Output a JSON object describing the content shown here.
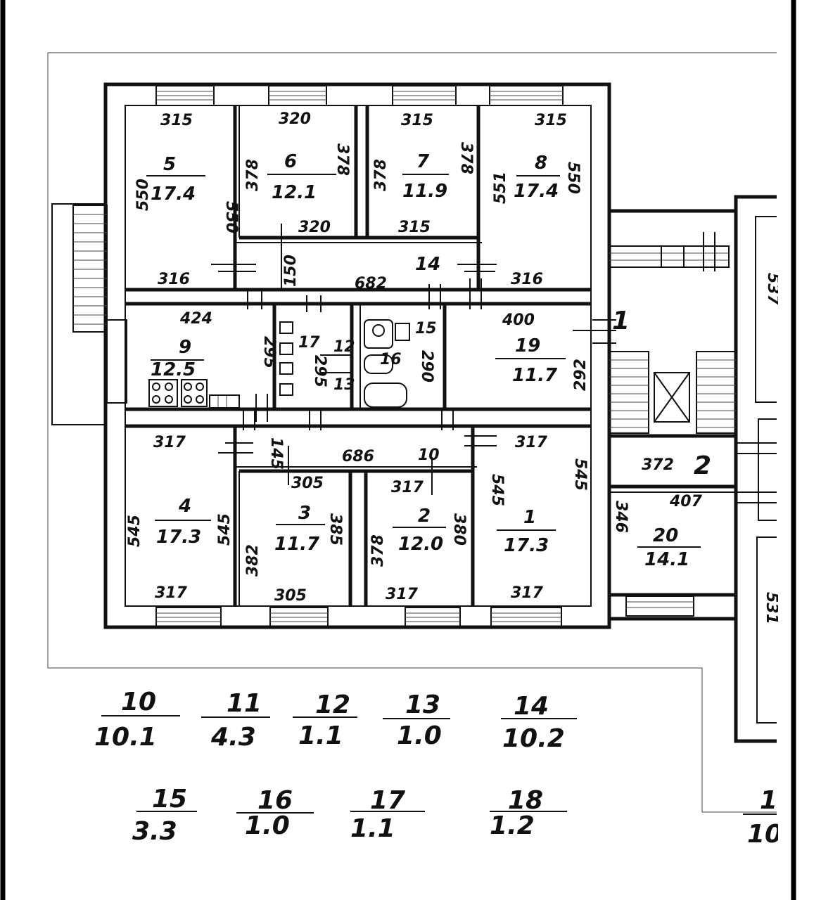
{
  "rooms": [
    {
      "id": "5",
      "area": "17.4",
      "dims": [
        "315",
        "550",
        "550",
        "316"
      ]
    },
    {
      "id": "6",
      "area": "12.1",
      "dims": [
        "320",
        "378",
        "378",
        "320"
      ]
    },
    {
      "id": "7",
      "area": "11.9",
      "dims": [
        "315",
        "378",
        "378",
        "315"
      ]
    },
    {
      "id": "8",
      "area": "17.4",
      "dims": [
        "315",
        "551",
        "550",
        "316"
      ]
    },
    {
      "id": "9",
      "area": "12.5",
      "dims": [
        "424",
        "295"
      ]
    },
    {
      "id": "19",
      "area": "11.7",
      "dims": [
        "400",
        "292"
      ]
    },
    {
      "id": "4",
      "area": "17.3",
      "dims": [
        "317",
        "545",
        "545",
        "317"
      ]
    },
    {
      "id": "3",
      "area": "11.7",
      "dims": [
        "305",
        "382",
        "385",
        "305"
      ]
    },
    {
      "id": "2",
      "area": "12.0",
      "dims": [
        "317",
        "378",
        "380",
        "317"
      ]
    },
    {
      "id": "1",
      "area": "17.3",
      "dims": [
        "317",
        "545",
        "545",
        "317"
      ]
    },
    {
      "id": "20",
      "area": "14.1",
      "dims": [
        "407",
        "346"
      ]
    }
  ],
  "corridor_labels": {
    "upper_width": "150",
    "upper_length": "682",
    "upper_no": "14",
    "lower_width": "145",
    "lower_length": "686",
    "lower_no": "10",
    "small_17": "17",
    "small_12": "12",
    "small_13": "13",
    "small_16": "16",
    "small_15": "15",
    "dim_295b": "295",
    "dim_290": "290",
    "stair_no": "1",
    "hall_dim": "372",
    "hall_no": "2",
    "right_dim_top": "537",
    "right_dim_bottom": "531"
  },
  "legend": [
    {
      "no": "10",
      "area": "10.1"
    },
    {
      "no": "11",
      "area": "4.3"
    },
    {
      "no": "12",
      "area": "1.1"
    },
    {
      "no": "13",
      "area": "1.0"
    },
    {
      "no": "14",
      "area": "10.2"
    },
    {
      "no": "15",
      "area": "3.3"
    },
    {
      "no": "16",
      "area": "1.0"
    },
    {
      "no": "17",
      "area": "1.1"
    },
    {
      "no": "18",
      "area": "1.2"
    }
  ],
  "legend_partial": {
    "no": "1",
    "area": "10."
  }
}
